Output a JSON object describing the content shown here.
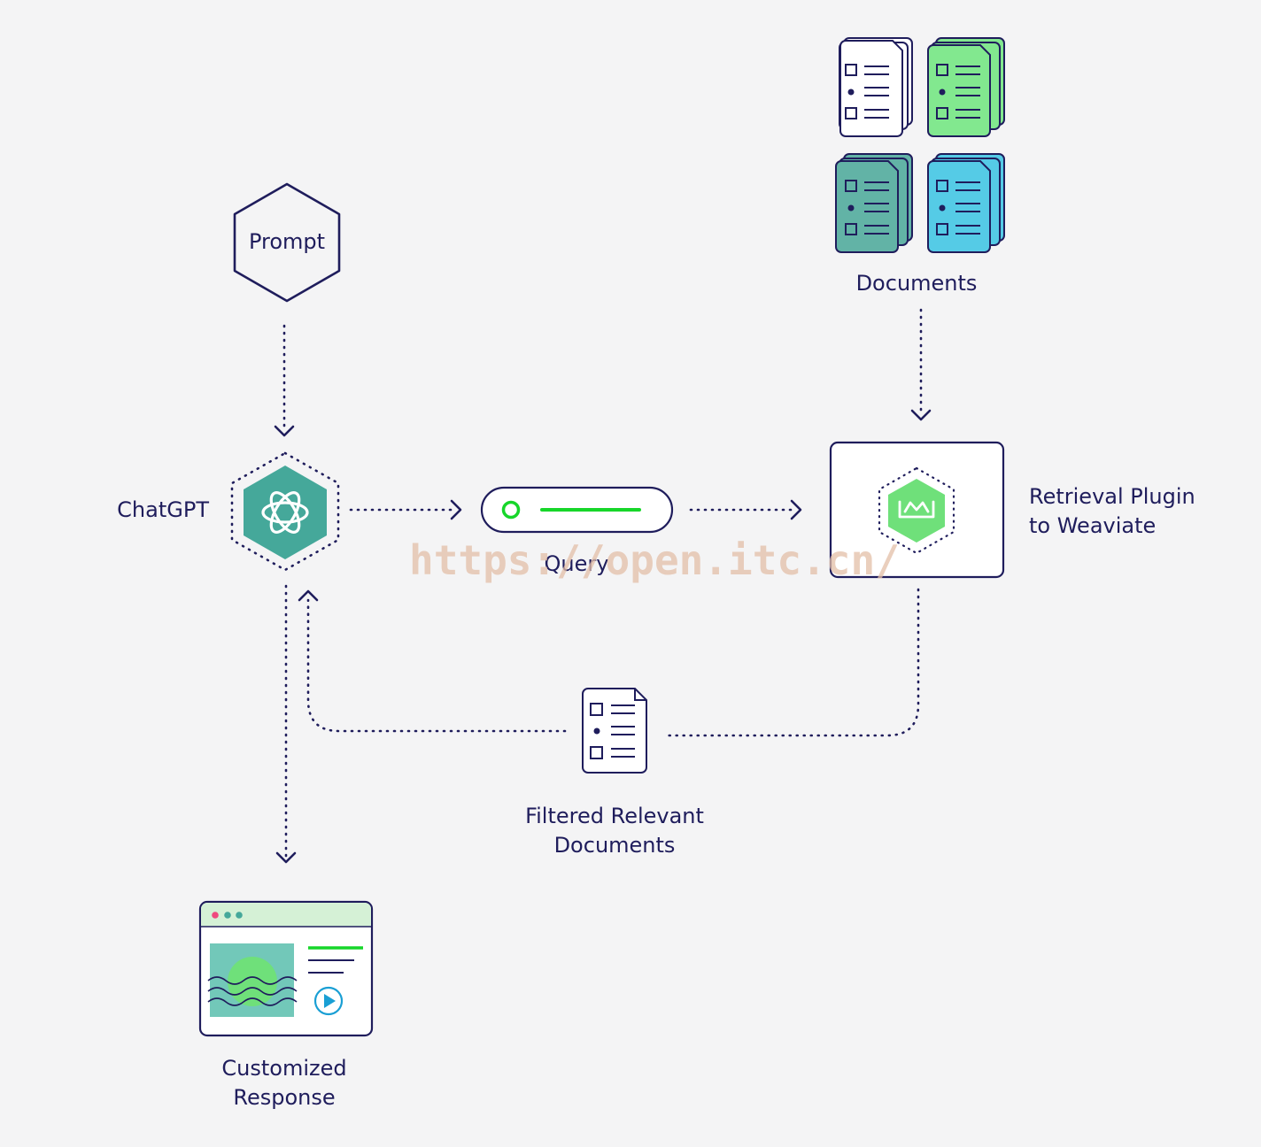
{
  "colors": {
    "navy": "#1f1d5c",
    "teal": "#45a89a",
    "green": "#6fe07a",
    "bright_green": "#17d62a",
    "blue": "#55cbe6",
    "dark_teal": "#62b3a6",
    "light_green": "#82e88f",
    "background": "#f4f4f5"
  },
  "nodes": {
    "prompt": {
      "label": "Prompt",
      "icon": "hexagon-icon"
    },
    "chatgpt": {
      "label": "ChatGPT",
      "icon": "openai-logo-icon"
    },
    "query": {
      "label": "Query",
      "icon": "search-bar-icon"
    },
    "plugin": {
      "label_line1": "Retrieval Plugin",
      "label_line2": "to Weaviate",
      "icon": "weaviate-logo-icon"
    },
    "documents": {
      "label": "Documents",
      "icon": "document-stack-icon"
    },
    "filtered": {
      "label_line1": "Filtered Relevant",
      "label_line2": "Documents",
      "icon": "document-icon"
    },
    "response": {
      "label_line1": "Customized",
      "label_line2": "Response",
      "icon": "browser-window-icon"
    }
  },
  "watermark": "https://open.itc.cn/"
}
